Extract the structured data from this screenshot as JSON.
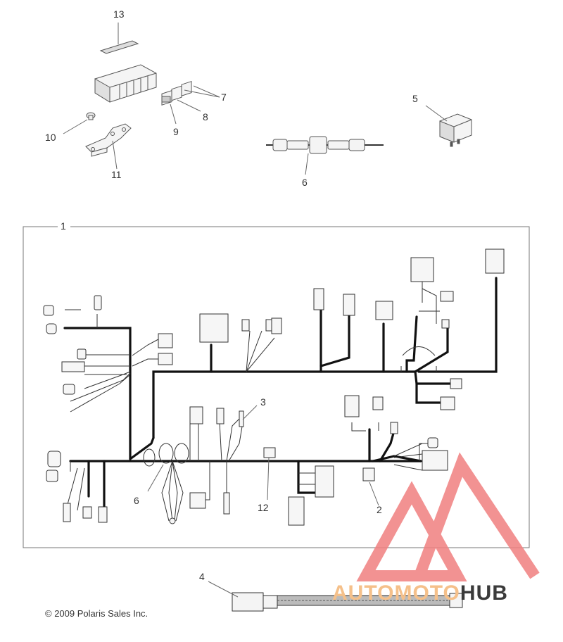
{
  "callouts": {
    "n1": "1",
    "n2": "2",
    "n3": "3",
    "n4": "4",
    "n5": "5",
    "n6a": "6",
    "n6b": "6",
    "n7": "7",
    "n8": "8",
    "n9": "9",
    "n10": "10",
    "n11": "11",
    "n12": "12",
    "n13": "13"
  },
  "copyright": "© 2009 Polaris Sales Inc.",
  "watermark": {
    "text_a": "AUTOMOTO",
    "text_b": "HUB",
    "color_a": "#f5c08a",
    "color_b": "#3a3a3a",
    "logo_color": "#f08080"
  },
  "colors": {
    "wire": "#111111",
    "line": "#666666",
    "frame": "#777777"
  }
}
